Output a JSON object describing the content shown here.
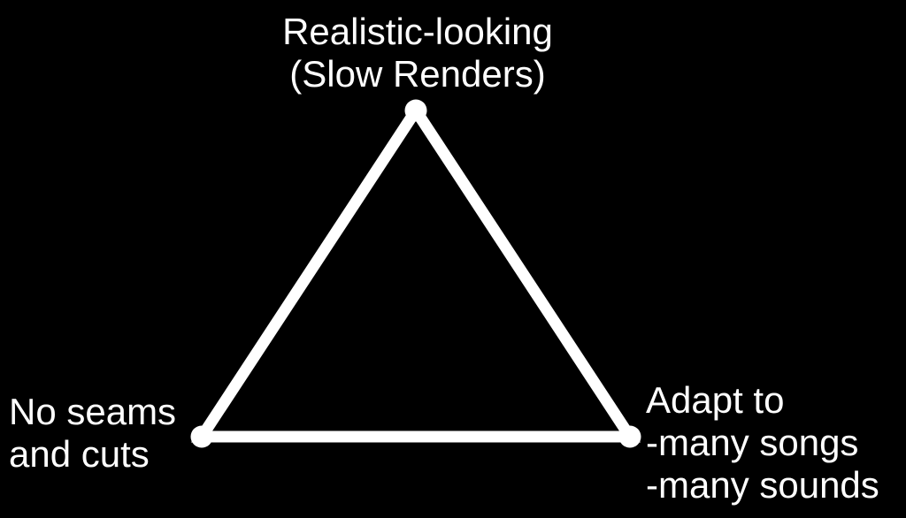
{
  "colors": {
    "background": "#000000",
    "foreground": "#ffffff"
  },
  "diagram": {
    "type": "tradeoff-triangle",
    "nodes": [
      {
        "id": "top",
        "lines": {
          "0": "Realistic-looking",
          "1": "(Slow Renders)"
        }
      },
      {
        "id": "bottom-left",
        "lines": {
          "0": "No seams",
          "1": "and cuts"
        }
      },
      {
        "id": "bottom-right",
        "lines": {
          "0": "Adapt to",
          "1": "-many songs",
          "2": "-many sounds"
        }
      }
    ]
  }
}
